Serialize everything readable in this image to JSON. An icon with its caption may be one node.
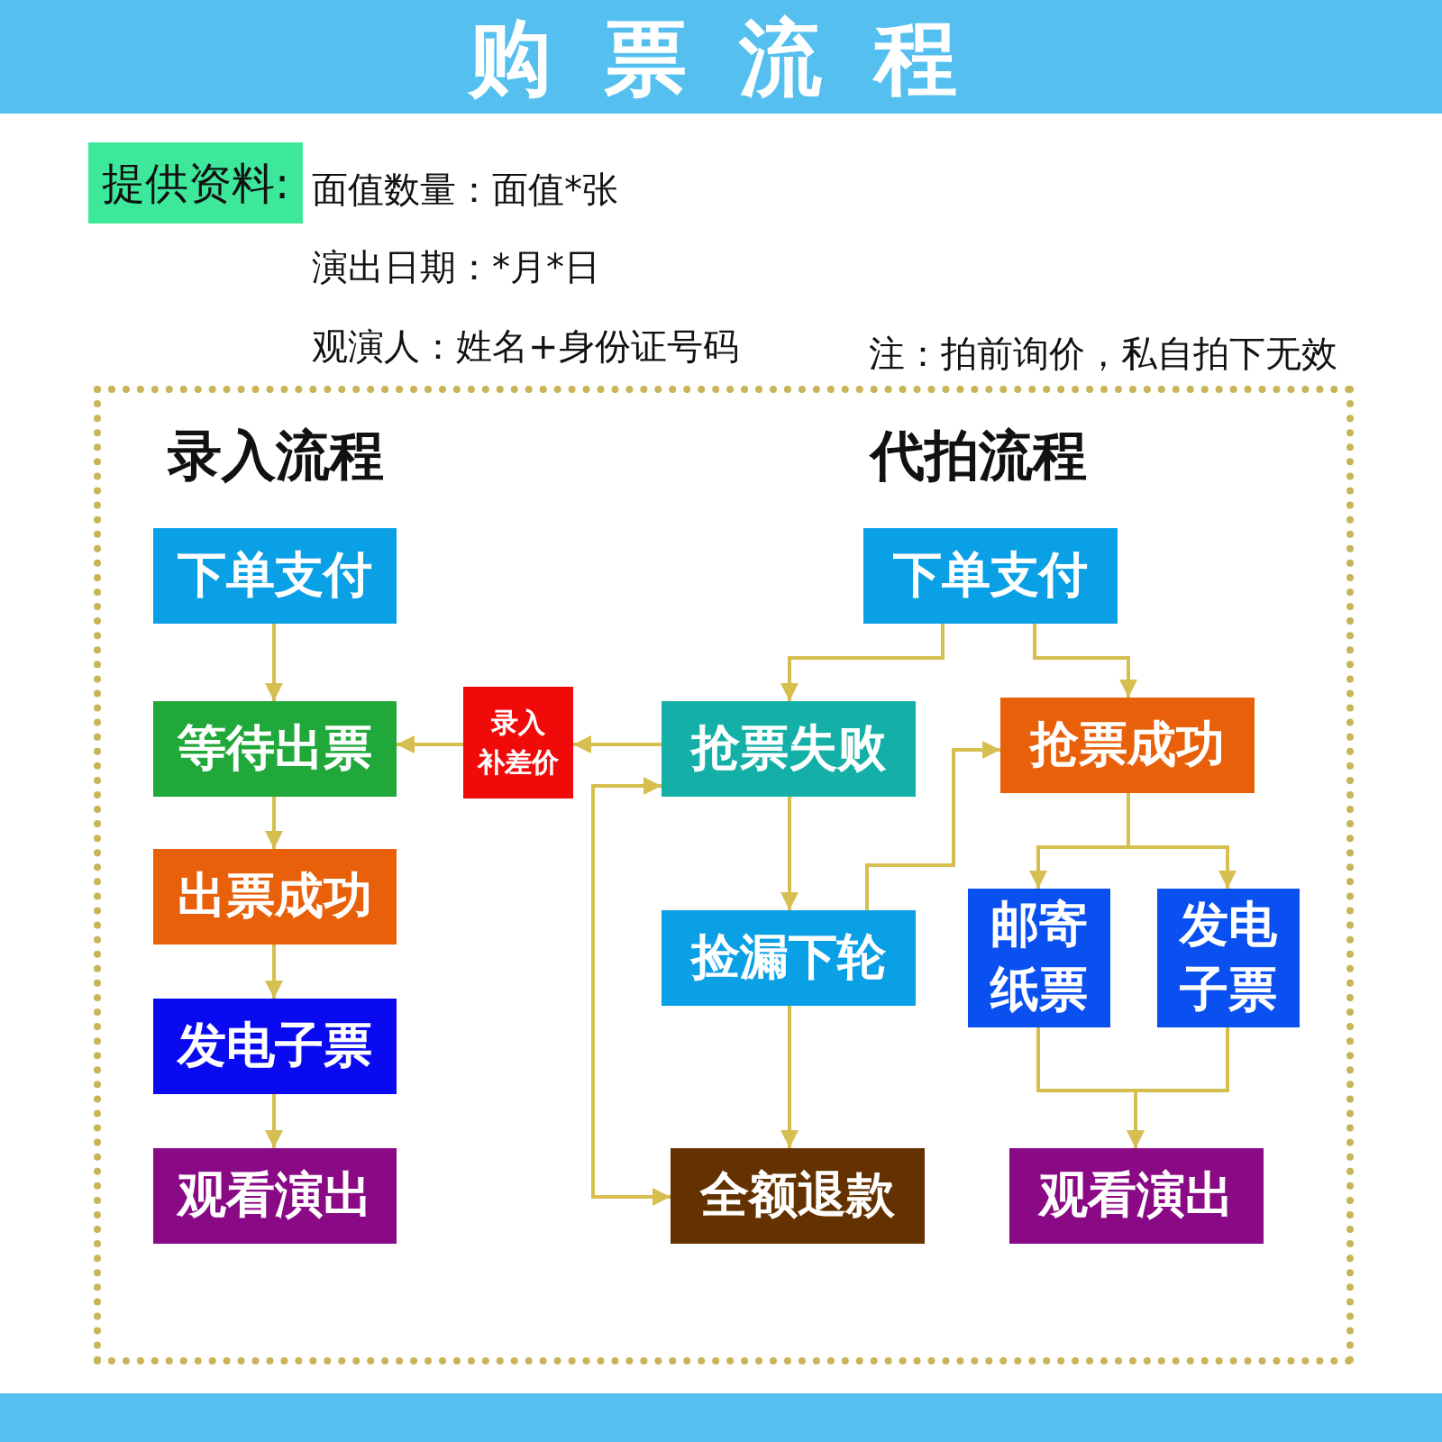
{
  "diagram": {
    "title": "购票流程",
    "nodes": [
      {
        "text": [
          "提供资料:"
        ],
        "beside": [
          "面值数量：面值*张",
          "演出日期：*月*日",
          "观演人：姓名+身份证号码"
        ]
      },
      {
        "text": [
          "录入流程",
          "代拍流程"
        ]
      },
      {
        "text": [
          "下单支付"
        ],
        "in": 1
      },
      {
        "text": [
          "等待出票"
        ],
        "in": 1
      },
      {
        "text": [
          "出票成功"
        ],
        "in": 1
      },
      {
        "text": [
          "发电子票"
        ],
        "in": 1
      },
      {
        "text": [
          "观看演出"
        ],
        "in": 1
      },
      {
        "text": [
          "录入",
          "补差价"
        ],
        "in": 1
      },
      {
        "text": [
          "下单支付"
        ],
        "in": 1
      },
      {
        "text": [
          "抢票失败"
        ],
        "in": 1
      },
      {
        "text": [
          "抢票成功"
        ],
        "in": 1
      },
      {
        "text": [
          "捡漏下轮"
        ],
        "in": 1
      },
      {
        "text": [
          "邮寄纸票"
        ],
        "in": 1
      },
      {
        "text": [
          "发电子票"
        ],
        "in": 1
      },
      {
        "text": [
          "全额退款"
        ],
        "in": 1
      },
      {
        "text": [
          "观看演出"
        ],
        "in": 1
      }
    ],
    "edges": [
      {
        "from": 2,
        "to": 3,
        "arrow": "to"
      },
      {
        "from": 3,
        "to": 4,
        "arrow": "to"
      },
      {
        "from": 4,
        "to": 5,
        "arrow": "to"
      },
      {
        "from": 5,
        "to": 6,
        "arrow": "to"
      },
      {
        "from": 9,
        "to": 7,
        "arrow": "to"
      },
      {
        "from": 7,
        "to": 3,
        "arrow": "to"
      },
      {
        "from": 8,
        "to": 9,
        "arrow": "to"
      },
      {
        "from": 8,
        "to": 10,
        "arrow": "to"
      },
      {
        "from": 9,
        "to": 11,
        "arrow": "to"
      },
      {
        "from": 11,
        "to": 10,
        "arrow": "to"
      },
      {
        "from": 9,
        "to": 14,
        "arrow": "both"
      },
      {
        "from": 11,
        "to": 14,
        "arrow": "to"
      },
      {
        "from": 10,
        "to": 12,
        "arrow": "to"
      },
      {
        "from": 10,
        "to": 13,
        "arrow": "to"
      },
      {
        "from": 12,
        "to": 15,
        "arrow": "to"
      },
      {
        "from": 13,
        "to": 15,
        "arrow": "to"
      }
    ],
    "labels": [
      "注：拍前询价，私自拍下无效"
    ]
  }
}
